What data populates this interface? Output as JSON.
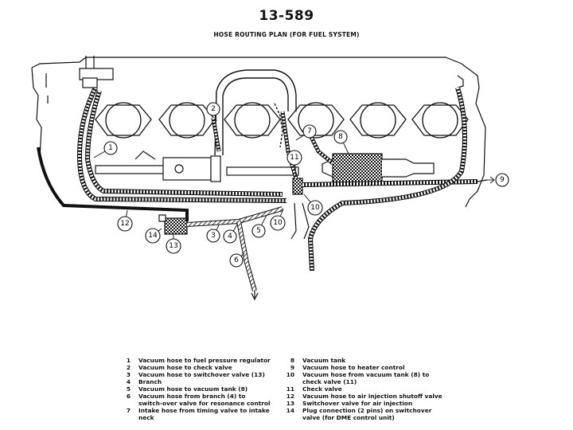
{
  "header": {
    "title": "13-589",
    "subtitle": "HOSE ROUTING PLAN (FOR FUEL SYSTEM)"
  },
  "callouts": [
    "1",
    "2",
    "3",
    "4",
    "5",
    "6",
    "7",
    "8",
    "9",
    "10",
    "11",
    "12",
    "13",
    "14"
  ],
  "legend": {
    "left": [
      {
        "num": "1",
        "text": "Vacuum hose to fuel pressure regulator"
      },
      {
        "num": "2",
        "text": "Vacuum hose to check valve"
      },
      {
        "num": "3",
        "text": "Vacuum hose to switchover valve (13)"
      },
      {
        "num": "4",
        "text": "Branch"
      },
      {
        "num": "5",
        "text": "Vacuum hose to vacuum tank (8)"
      },
      {
        "num": "6",
        "text": "Vacuum hose from branch (4) to switch-over valve for resonance control"
      },
      {
        "num": "7",
        "text": "Intake hose from timing valve to intake neck"
      }
    ],
    "right": [
      {
        "num": "8",
        "text": "Vacuum tank"
      },
      {
        "num": "9",
        "text": "Vacuum hose to heater control"
      },
      {
        "num": "10",
        "text": "Vacuum hose from vacuum tank (8) to check valve (11)"
      },
      {
        "num": "11",
        "text": "Check valve"
      },
      {
        "num": "12",
        "text": "Vacuum hose to air injection shutoff valve"
      },
      {
        "num": "13",
        "text": "Switchover valve for air injection"
      },
      {
        "num": "14",
        "text": "Plug connection (2 pins) on switchover valve (for DME control unit)"
      }
    ]
  }
}
